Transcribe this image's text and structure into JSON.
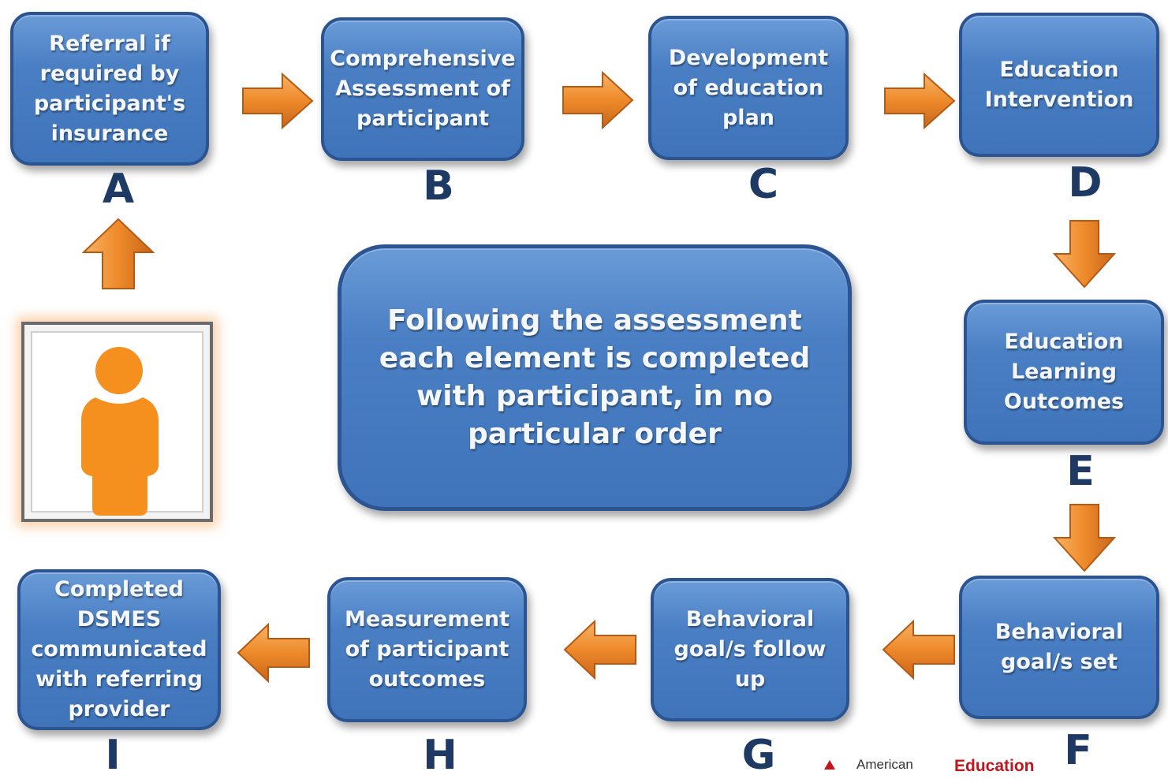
{
  "steps": [
    {
      "id": "A",
      "text": "Referral if required by participant's insurance"
    },
    {
      "id": "B",
      "text": "Comprehensive Assessment of participant"
    },
    {
      "id": "C",
      "text": "Development of education plan"
    },
    {
      "id": "D",
      "text": "Education Intervention"
    },
    {
      "id": "E",
      "text": "Education Learning Outcomes"
    },
    {
      "id": "F",
      "text": "Behavioral goal/s set"
    },
    {
      "id": "G",
      "text": "Behavioral goal/s follow up"
    },
    {
      "id": "H",
      "text": "Measurement of participant outcomes"
    },
    {
      "id": "I",
      "text": "Completed DSMES communicated with referring provider"
    }
  ],
  "center_note": "Following the assessment each element is completed with participant, in no particular order",
  "logo": {
    "left": "American",
    "right": "Education"
  },
  "colors": {
    "box": "#4a7fc4",
    "border": "#2c5490",
    "arrow": "#e8832a",
    "letter": "#1e3a64",
    "person": "#f5901e"
  }
}
